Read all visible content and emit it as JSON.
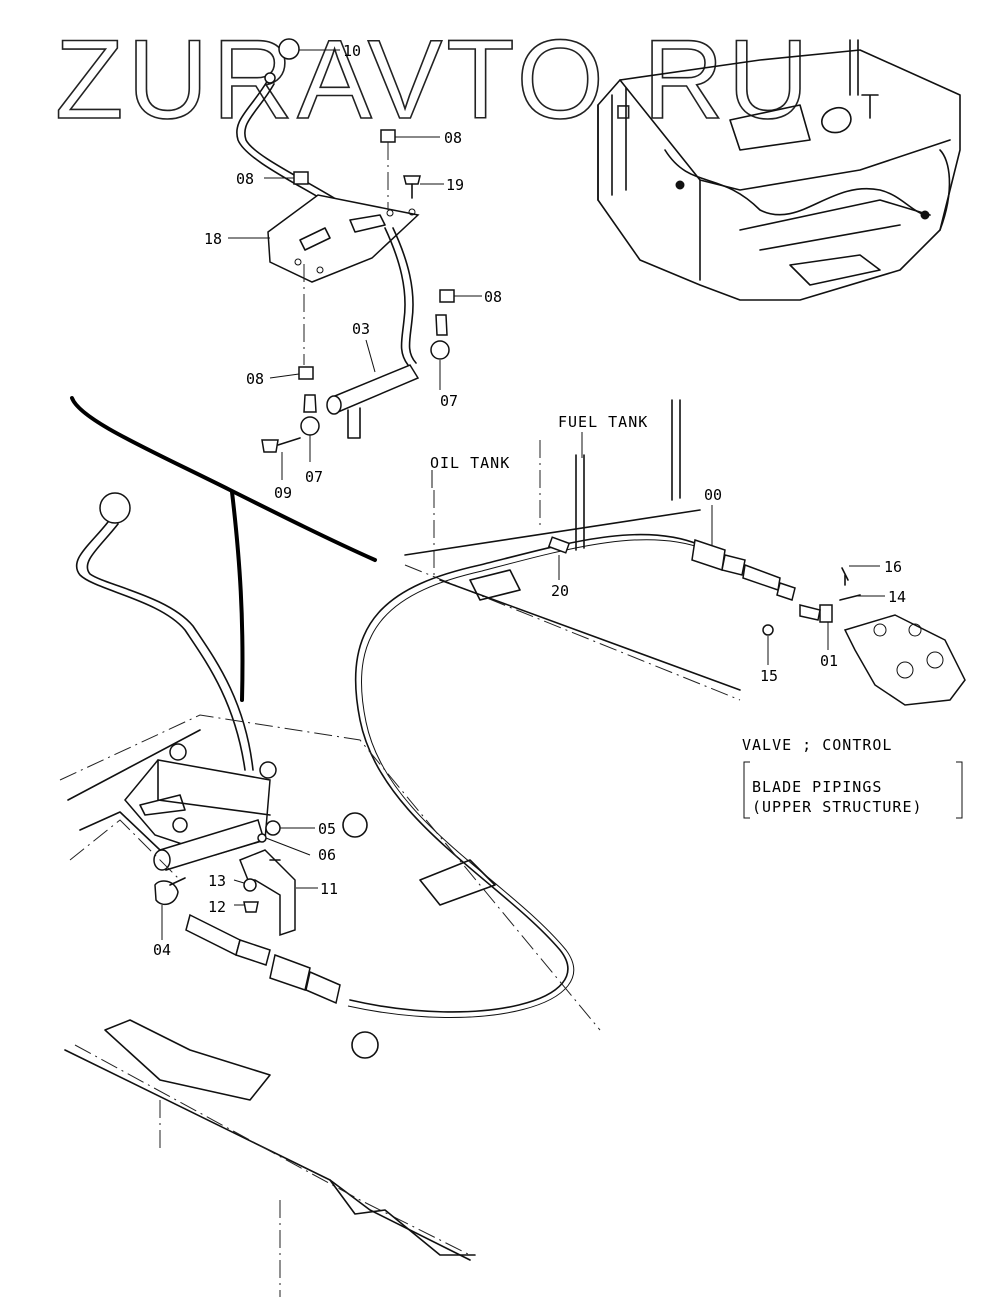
{
  "watermark": "ZURAVTO.RU",
  "labels": {
    "fuel_tank": "FUEL TANK",
    "oil_tank": "OIL TANK"
  },
  "caption": {
    "title": "VALVE ; CONTROL",
    "line1": "BLADE PIPINGS",
    "line2": "(UPPER STRUCTURE)"
  },
  "callouts": [
    {
      "id": "c10a",
      "text": "10"
    },
    {
      "id": "c08a",
      "text": "08"
    },
    {
      "id": "c08b",
      "text": "08"
    },
    {
      "id": "c19",
      "text": "19"
    },
    {
      "id": "c18",
      "text": "18"
    },
    {
      "id": "c08c",
      "text": "08"
    },
    {
      "id": "c03",
      "text": "03"
    },
    {
      "id": "c08d",
      "text": "08"
    },
    {
      "id": "c07a",
      "text": "07"
    },
    {
      "id": "c07b",
      "text": "07"
    },
    {
      "id": "c09",
      "text": "09"
    },
    {
      "id": "c00",
      "text": "00"
    },
    {
      "id": "c20",
      "text": "20"
    },
    {
      "id": "c16",
      "text": "16"
    },
    {
      "id": "c14",
      "text": "14"
    },
    {
      "id": "c15",
      "text": "15"
    },
    {
      "id": "c01",
      "text": "01"
    },
    {
      "id": "c05",
      "text": "05"
    },
    {
      "id": "c06",
      "text": "06"
    },
    {
      "id": "c13",
      "text": "13"
    },
    {
      "id": "c11",
      "text": "11"
    },
    {
      "id": "c12",
      "text": "12"
    },
    {
      "id": "c04",
      "text": "04"
    }
  ]
}
